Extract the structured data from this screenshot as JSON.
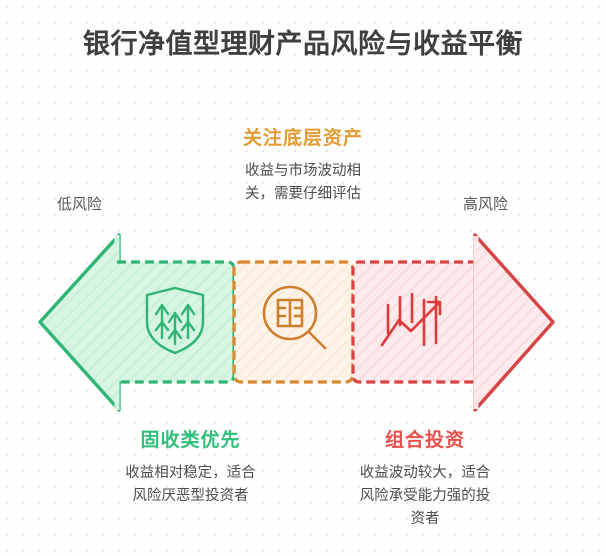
{
  "page": {
    "title": "银行净值型理财产品风险与收益平衡",
    "background_color": "#fefefe",
    "dot_color": "#e6e6e6"
  },
  "axis": {
    "low_risk_label": "低风险",
    "high_risk_label": "高风险"
  },
  "middle_top": {
    "heading": "关注底层资产",
    "heading_color": "#e39b34",
    "description": "收益与市场波动相\n关，需要仔细评估",
    "description_line1": "收益与市场波动相",
    "description_line2": "关，需要仔细评估"
  },
  "segments": [
    {
      "id": "low-risk",
      "name": "固收类优先",
      "fill": "#d8f5e4",
      "stroke": "#2fb574",
      "icon": "shield-arrows-icon"
    },
    {
      "id": "medium-risk",
      "name": "关注底层资产",
      "fill": "#fdf0e2",
      "stroke": "#d8882f",
      "icon": "magnifier-chart-icon"
    },
    {
      "id": "high-risk",
      "name": "组合投资",
      "fill": "#fde6e7",
      "stroke": "#d84343",
      "icon": "candlestick-trend-icon"
    }
  ],
  "bottom_left": {
    "heading": "固收类优先",
    "heading_color": "#30c07a",
    "description_line1": "收益相对稳定，适合",
    "description_line2": "风险厌恶型投资者"
  },
  "bottom_right": {
    "heading": "组合投资",
    "heading_color": "#e8504a",
    "description_line1": "收益波动较大，适合",
    "description_line2": "风险承受能力强的投",
    "description_line3": "资者"
  }
}
